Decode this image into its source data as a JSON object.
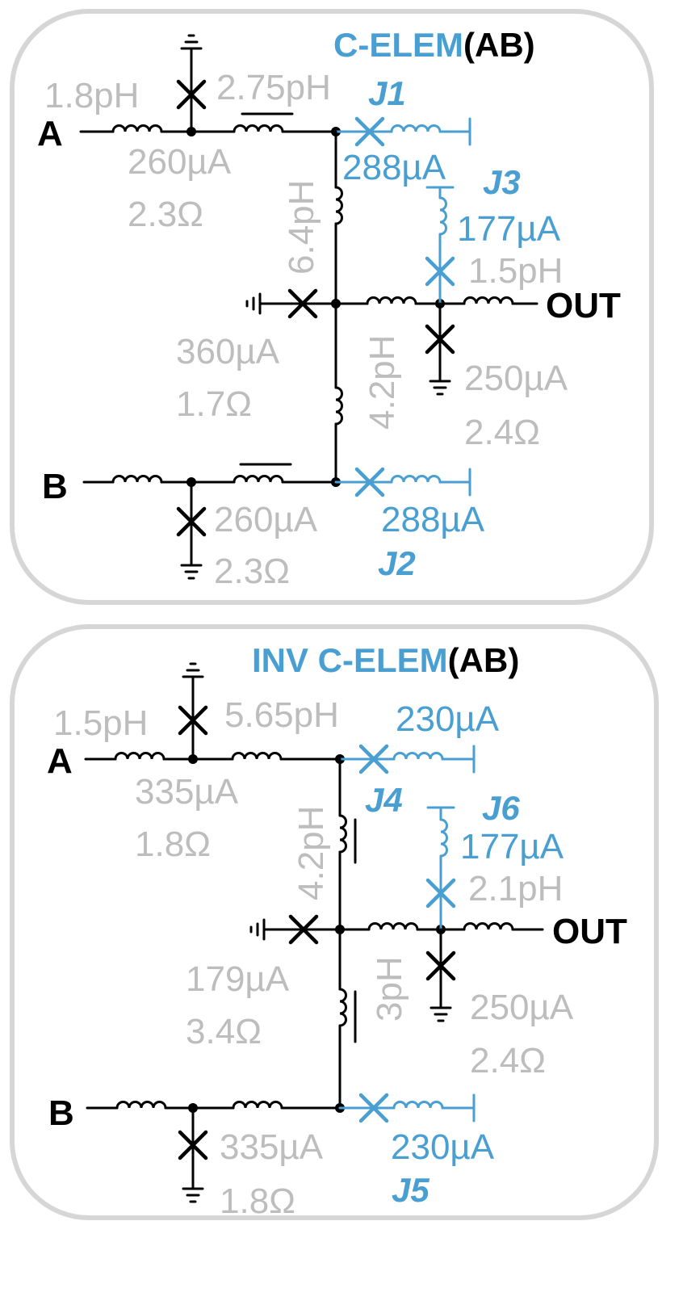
{
  "top": {
    "title_blue": "C-ELEM",
    "title_black": "(AB)",
    "input_a": "A",
    "input_b": "B",
    "output": "OUT",
    "l_a_in": "1.8pH",
    "l_a_series": "2.75pH",
    "a_bias": "260µA",
    "a_res": "2.3Ω",
    "l_vertical_top": "6.4pH",
    "l_vertical_bottom": "4.2pH",
    "mid_bias": "360µA",
    "mid_res": "1.7Ω",
    "j1_label": "J1",
    "j1_current": "288µA",
    "j3_label": "J3",
    "j3_current": "177µA",
    "l_out": "1.5pH",
    "out_bias": "250µA",
    "out_res": "2.4Ω",
    "b_bias": "260µA",
    "b_res": "2.3Ω",
    "j2_current": "288µA",
    "j2_label": "J2"
  },
  "bottom": {
    "title_blue": "INV C-ELEM",
    "title_black": "(AB)",
    "input_a": "A",
    "input_b": "B",
    "output": "OUT",
    "l_a_in": "1.5pH",
    "l_a_series": "5.65pH",
    "j4_current": "230µA",
    "a_bias": "335µA",
    "a_res": "1.8Ω",
    "l_vertical_top": "4.2pH",
    "l_vertical_bottom": "3pH",
    "j4_label": "J4",
    "j6_label": "J6",
    "j6_current": "177µA",
    "l_out": "2.1pH",
    "mid_bias": "179µA",
    "mid_res": "3.4Ω",
    "out_bias": "250µA",
    "out_res": "2.4Ω",
    "b_bias": "335µA",
    "b_res": "1.8Ω",
    "j5_current": "230µA",
    "j5_label": "J5"
  },
  "colors": {
    "accent_blue": "#4a9fd2",
    "value_gray": "#bdbdbd",
    "frame_gray": "#d6d6d6",
    "wire_black": "#000000"
  }
}
